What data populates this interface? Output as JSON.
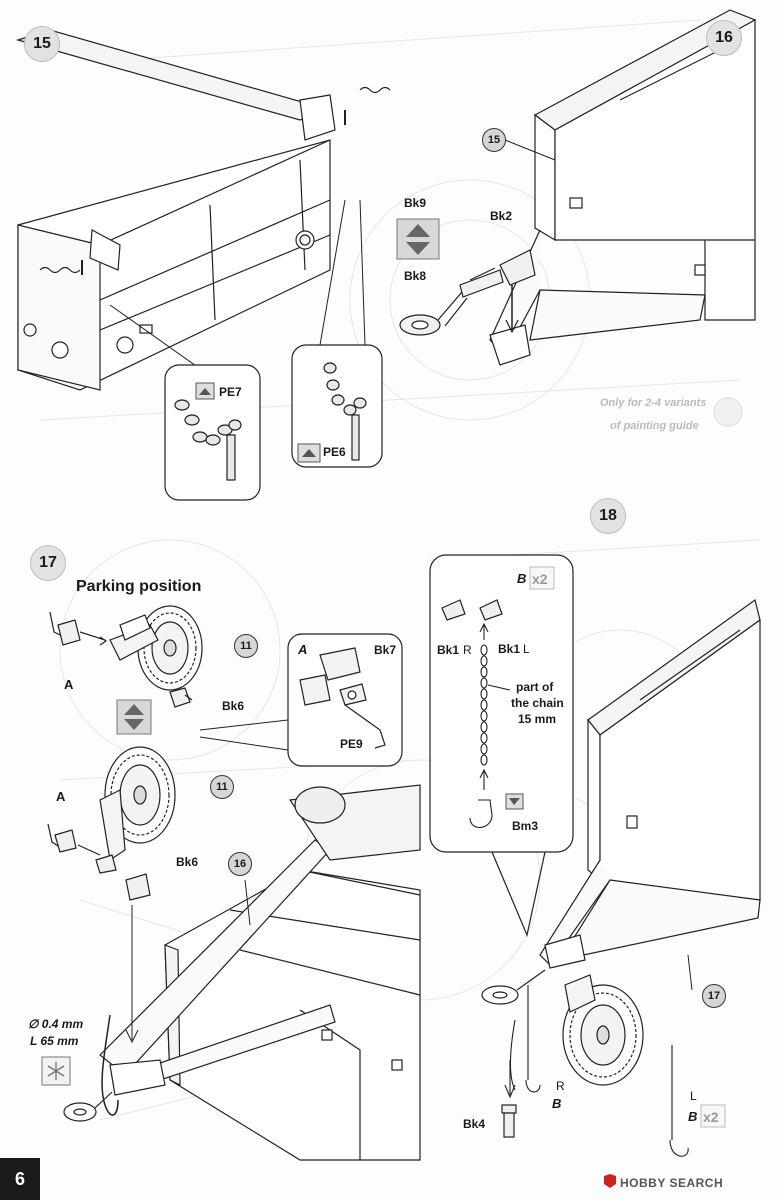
{
  "steps": {
    "s15": {
      "number": "15",
      "labels": {
        "pe7": "PE7",
        "pe6": "PE6"
      }
    },
    "s16": {
      "number": "16",
      "ref15": "15",
      "labels": {
        "bk9": "Bk9",
        "bk2": "Bk2",
        "bk8": "Bk8"
      }
    },
    "s17": {
      "number": "17",
      "heading": "Parking position",
      "ref11_top": "11",
      "ref11_bottom": "11",
      "ref16": "16",
      "labels": {
        "a_top": "A",
        "a_bottom": "A",
        "bk6_top": "Bk6",
        "bk6_bottom": "Bk6"
      },
      "detail": {
        "title": "A",
        "bk7": "Bk7",
        "pe9": "PE9"
      },
      "wire": {
        "diameter": "∅ 0.4 mm",
        "length": "L 65 mm"
      }
    },
    "s18": {
      "number": "18",
      "ref17": "17",
      "callout": {
        "b_label": "B",
        "qty": "x2",
        "bk1r": "Bk1",
        "r": "R",
        "bk1l": "Bk1",
        "l": "L",
        "chain_line1": "part of",
        "chain_line2": "the chain",
        "chain_line3": "15 mm",
        "bm3": "Bm3"
      },
      "labels": {
        "bk4": "Bk4",
        "r": "R",
        "b_right": "B",
        "l": "L",
        "b_left": "B",
        "qty": "x2"
      }
    }
  },
  "watermark": {
    "line1": "Only for 2-4 variants",
    "line2": "of painting guide"
  },
  "page_number": "6",
  "brand": "HOBBY SEARCH"
}
